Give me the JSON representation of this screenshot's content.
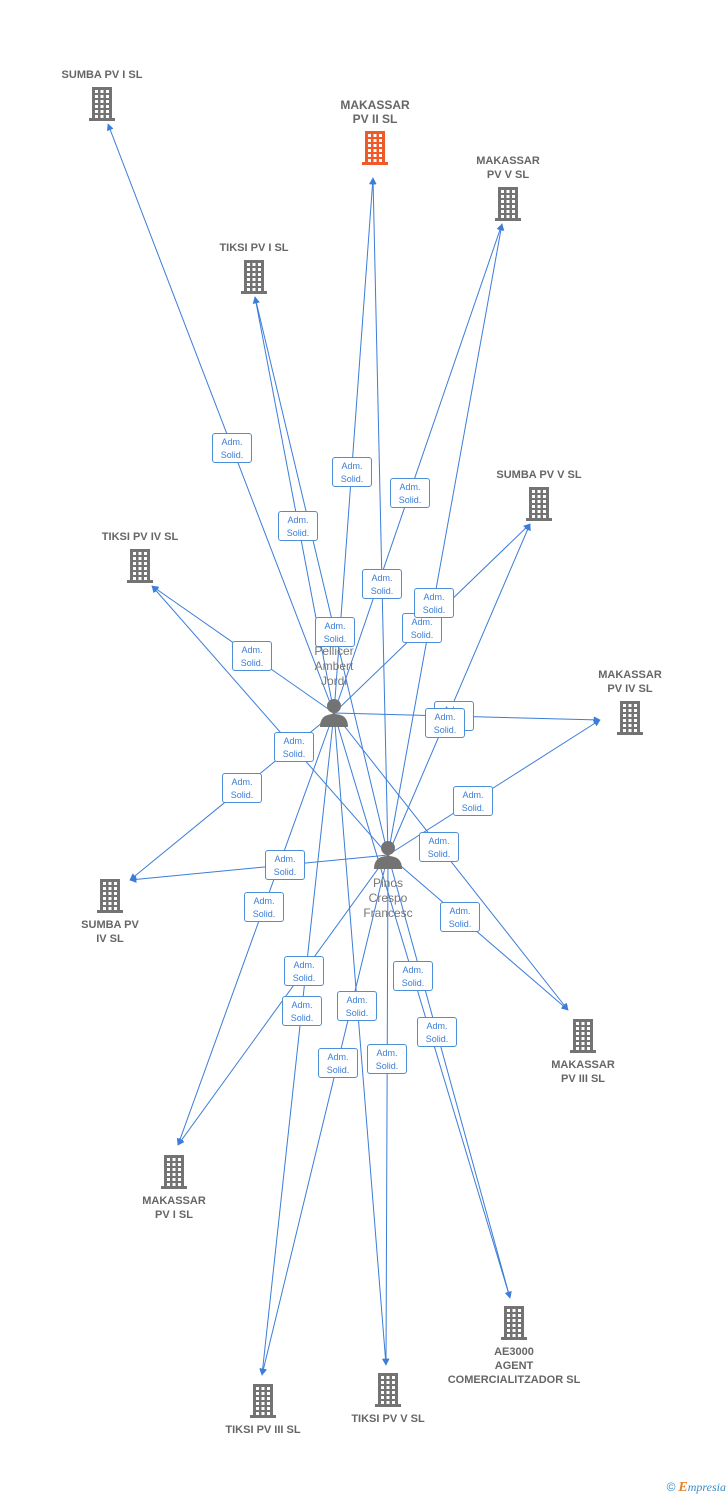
{
  "colors": {
    "node": "#737373",
    "highlight": "#f05a28",
    "edge": "#3b7dd8"
  },
  "persons": [
    {
      "id": "p1",
      "lines": [
        "Pellicer",
        "Ambert",
        "Jordi"
      ]
    },
    {
      "id": "p2",
      "lines": [
        "Pinos",
        "Crespo",
        "Francesc"
      ]
    }
  ],
  "companies": [
    {
      "id": "c1",
      "lines": [
        "SUMBA PV I SL"
      ]
    },
    {
      "id": "c2",
      "lines": [
        "MAKASSAR",
        "PV II SL"
      ],
      "highlight": true
    },
    {
      "id": "c3",
      "lines": [
        "MAKASSAR",
        "PV V SL"
      ]
    },
    {
      "id": "c4",
      "lines": [
        "TIKSI PV I SL"
      ]
    },
    {
      "id": "c5",
      "lines": [
        "SUMBA PV V SL"
      ]
    },
    {
      "id": "c6",
      "lines": [
        "TIKSI PV IV SL"
      ]
    },
    {
      "id": "c7",
      "lines": [
        "MAKASSAR",
        "PV IV SL"
      ]
    },
    {
      "id": "c8",
      "lines": [
        "SUMBA PV",
        "IV SL"
      ]
    },
    {
      "id": "c9",
      "lines": [
        "MAKASSAR",
        "PV III SL"
      ]
    },
    {
      "id": "c10",
      "lines": [
        "MAKASSAR",
        "PV I SL"
      ]
    },
    {
      "id": "c11",
      "lines": [
        "AE3000",
        "AGENT",
        "COMERCIALITZADOR SL"
      ]
    },
    {
      "id": "c12",
      "lines": [
        "TIKSI PV V SL"
      ]
    },
    {
      "id": "c13",
      "lines": [
        "TIKSI PV III SL"
      ]
    }
  ],
  "edge_label": [
    "Adm.",
    "Solid."
  ],
  "edges": [
    {
      "from": "p1",
      "to": "c1"
    },
    {
      "from": "p1",
      "to": "c2"
    },
    {
      "from": "p1",
      "to": "c3"
    },
    {
      "from": "p1",
      "to": "c4"
    },
    {
      "from": "p1",
      "to": "c5"
    },
    {
      "from": "p1",
      "to": "c6"
    },
    {
      "from": "p1",
      "to": "c7"
    },
    {
      "from": "p1",
      "to": "c8"
    },
    {
      "from": "p1",
      "to": "c9"
    },
    {
      "from": "p1",
      "to": "c10"
    },
    {
      "from": "p1",
      "to": "c11"
    },
    {
      "from": "p1",
      "to": "c12"
    },
    {
      "from": "p1",
      "to": "c13"
    },
    {
      "from": "p2",
      "to": "c2"
    },
    {
      "from": "p2",
      "to": "c3"
    },
    {
      "from": "p2",
      "to": "c4"
    },
    {
      "from": "p2",
      "to": "c5"
    },
    {
      "from": "p2",
      "to": "c6"
    },
    {
      "from": "p2",
      "to": "c7"
    },
    {
      "from": "p2",
      "to": "c8"
    },
    {
      "from": "p2",
      "to": "c9"
    },
    {
      "from": "p2",
      "to": "c10"
    },
    {
      "from": "p2",
      "to": "c11"
    },
    {
      "from": "p2",
      "to": "c12"
    },
    {
      "from": "p2",
      "to": "c13"
    }
  ],
  "footer": {
    "copyright": "©",
    "brand_initial": "E",
    "brand_rest": "mpresia"
  }
}
